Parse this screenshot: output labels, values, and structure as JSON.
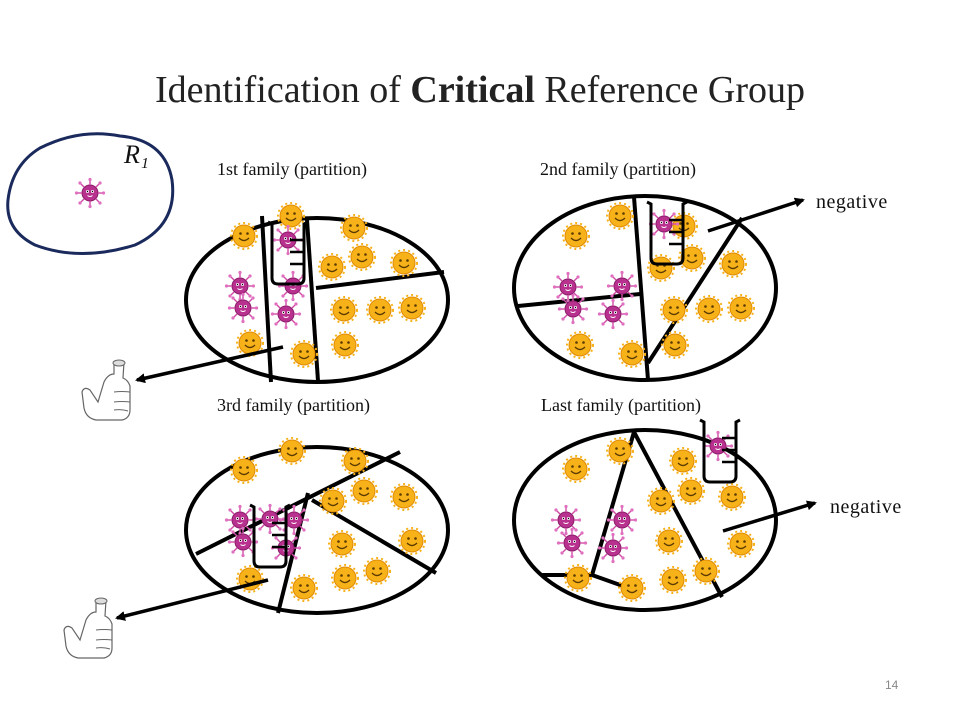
{
  "slide": {
    "title_part1": "Identification of ",
    "title_bold": "Critical",
    "title_part2": " Reference Group",
    "page_number": "14"
  },
  "region_label": "R₁",
  "families": [
    {
      "label": "1st family (partition)"
    },
    {
      "label": "2nd family (partition)"
    },
    {
      "label": "3rd family (partition)"
    },
    {
      "label": "Last family (partition)"
    }
  ],
  "results": {
    "negative_1": "negative",
    "negative_2": "negative"
  },
  "icons": [
    "virus-icon",
    "smiley-face-icon",
    "test-beaker-icon",
    "thumbs-up-icon",
    "arrow-icon"
  ],
  "colors": {
    "smiley": "#f7b21a",
    "smiley_edge": "#e08a00",
    "virus": "#b8318f",
    "region_border": "#1b2a5c",
    "ink": "#000000"
  }
}
